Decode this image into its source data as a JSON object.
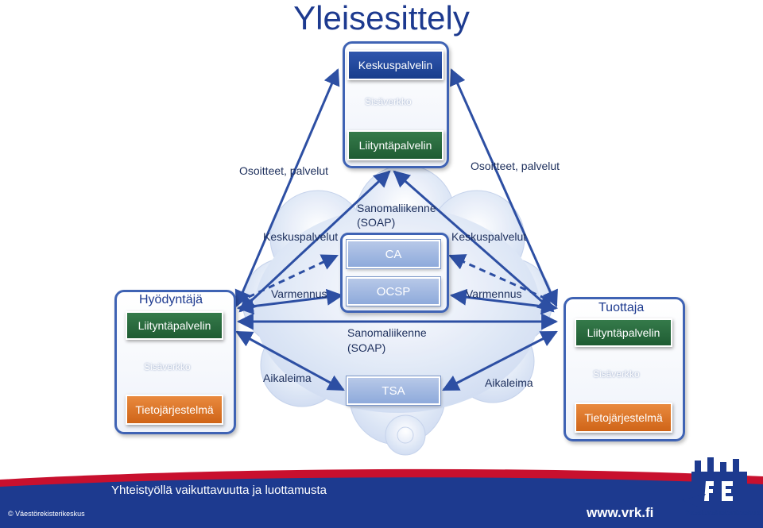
{
  "title": "Yleisesittely",
  "colors": {
    "accent_blue": "#1d3a8f",
    "box_blue": "#173d8c",
    "box_green": "#1f5c33",
    "box_orange": "#cf6418",
    "box_light": "#8eaadb",
    "arrow": "#2d4fa3",
    "footer_red": "#c8102e",
    "footer_blue": "#1d3a8f"
  },
  "diagram": {
    "top_node": {
      "server": "Keskuspalvelin",
      "network": "Sisäverkko",
      "gateway": "Liityntäpalvelin"
    },
    "left_node": {
      "title": "Hyödyntäjä",
      "gateway": "Liityntäpalvelin",
      "network": "Sisäverkko",
      "system": "Tietojärjestelmä"
    },
    "right_node": {
      "title": "Tuottaja",
      "gateway": "Liityntäpalvelin",
      "network": "Sisäverkko",
      "system": "Tietojärjestelmä"
    },
    "center": {
      "ca": "CA",
      "ocsp": "OCSP",
      "tsa": "TSA"
    },
    "edge_labels": {
      "addresses_left": "Osoitteet, palvelut",
      "addresses_right": "Osoitteet, palvelut",
      "messaging_top_line1": "Sanomaliikenne",
      "messaging_top_line2": "(SOAP)",
      "central_left": "Keskuspalvelut",
      "central_right": "Keskuspalvelut",
      "verify_left": "Varmennus",
      "verify_right": "Varmennus",
      "messaging_mid_line1": "Sanomaliikenne",
      "messaging_mid_line2": "(SOAP)",
      "timestamp_left": "Aikaleima",
      "timestamp_right": "Aikaleima"
    }
  },
  "footer": {
    "slogan": "Yhteistyöllä vaikuttavuutta ja luottamusta",
    "copyright": "© Väestörekisterikeskus",
    "url": "www.vrk.fi",
    "logo_caption": "Väestörekisterikeskus"
  }
}
